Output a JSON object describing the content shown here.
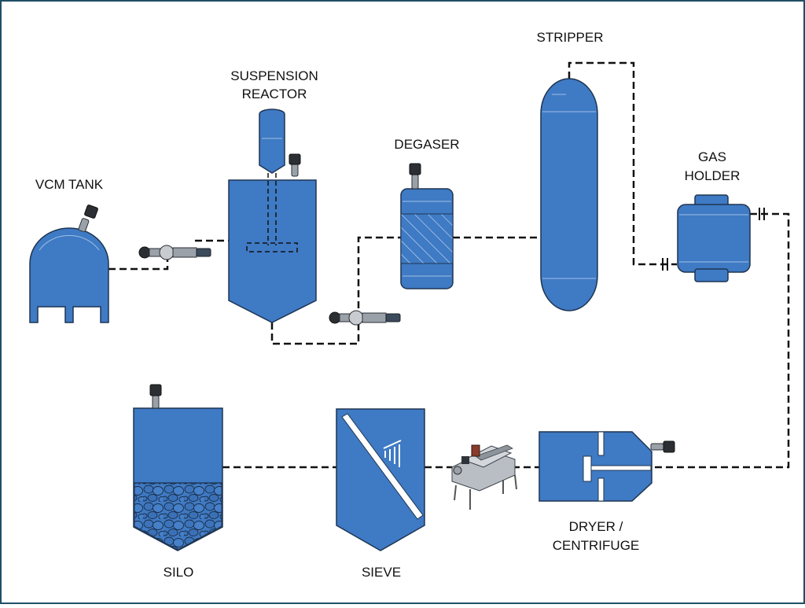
{
  "diagram": {
    "labels": {
      "vcm_tank": "VCM TANK",
      "suspension_reactor_line1": "SUSPENSION",
      "suspension_reactor_line2": "REACTOR",
      "degaser": "DEGASER",
      "stripper": "STRIPPER",
      "gas_holder_line1": "GAS",
      "gas_holder_line2": "HOLDER",
      "dryer_centrifuge_line1": "DRYER /",
      "dryer_centrifuge_line2": "CENTRIFUGE",
      "sieve": "SIEVE",
      "silo": "SILO"
    },
    "colors": {
      "vessel_fill": "#3f7ac4",
      "vessel_stroke": "#1e3552",
      "pipe": "#111111",
      "frame": "#1f4f66",
      "instrument_head": "#2b2f33",
      "instrument_body": "#9aa1a8"
    }
  }
}
